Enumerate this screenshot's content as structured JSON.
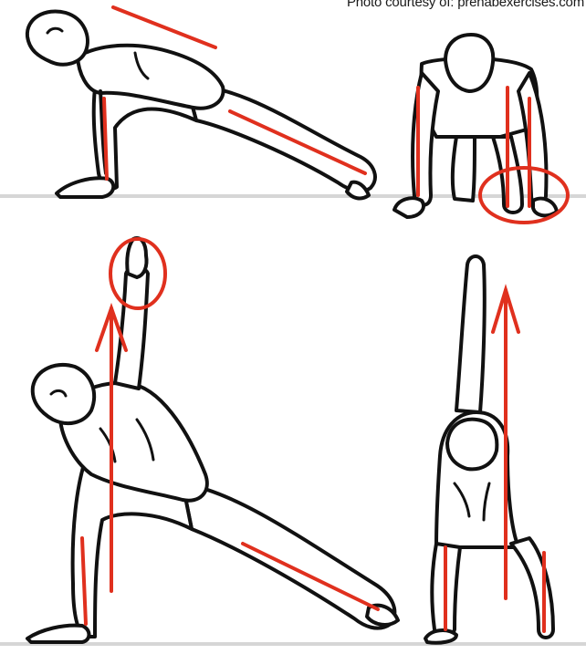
{
  "credit": {
    "text": "Photo courtesy of: prehabexercises.com"
  },
  "illustration": {
    "panels": [
      {
        "name": "lunge-forward-fold",
        "icon": "figure-lunge-fold-icon"
      },
      {
        "name": "lunge-front-view",
        "icon": "figure-lunge-front-icon"
      },
      {
        "name": "lunge-rotation-reach",
        "icon": "figure-lunge-reach-icon"
      },
      {
        "name": "rotation-front-view",
        "icon": "figure-reach-front-icon"
      }
    ]
  },
  "colors": {
    "outline": "#111111",
    "skin": "#ffffff",
    "accent": "#e0301e",
    "ground": "#d6d6d6"
  }
}
